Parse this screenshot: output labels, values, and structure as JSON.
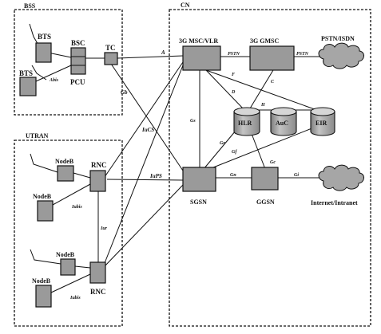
{
  "colors": {
    "node_fill": "#9a9a9a",
    "line": "#111111",
    "background": "#ffffff"
  },
  "regions": {
    "bss": "BSS",
    "utran": "UTRAN",
    "cn": "CN"
  },
  "nodes": {
    "bts_top": "BTS",
    "bts_bottom": "BTS",
    "bsc": "BSC",
    "pcu": "PCU",
    "tc": "TC",
    "msc_vlr": "3G MSC/VLR",
    "gmsc": "3G GMSC",
    "pstn_isdn": "PSTN/ISDN",
    "hlr": "HLR",
    "auc": "AuC",
    "eir": "EIR",
    "sgsn": "SGSN",
    "ggsn": "GGSN",
    "internet": "Internet/Intranet",
    "nodeb_1": "NodeB",
    "nodeb_2": "NodeB",
    "nodeb_3": "NodeB",
    "nodeb_4": "NodeB",
    "rnc_top": "RNC",
    "rnc_bottom": "RNC"
  },
  "interfaces": {
    "abis": "Abis",
    "a": "A",
    "gb": "Gb",
    "iucs": "IuCS",
    "iups": "IuPS",
    "iub_top": "Iubis",
    "iub_bottom": "Iubis",
    "iur": "Iur",
    "pstn_msc": "PSTN",
    "pstn_gmsc": "PSTN",
    "f": "F",
    "d": "D",
    "c": "C",
    "h": "H",
    "gs": "Gs",
    "gr": "Gr",
    "gf": "Gf",
    "gc": "Gc",
    "gn": "Gn",
    "gi": "Gi"
  }
}
